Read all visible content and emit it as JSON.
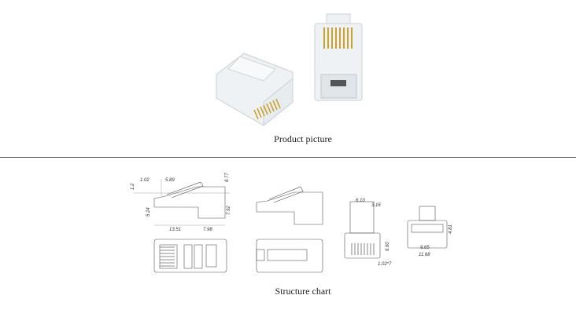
{
  "product_section": {
    "caption": "Product picture"
  },
  "structure_section": {
    "caption": "Structure chart",
    "dimensions": {
      "side_a": "1.02",
      "side_b": "5.89",
      "side_c": "8.77",
      "side_d": "1.2",
      "side_e": "5.24",
      "side_f": "7.92",
      "side_g": "13.51",
      "side_h": "7.98",
      "front_a": "6.10",
      "front_b": "3.16",
      "front_c": "6.60",
      "front_d": "1.02*7",
      "back_a": "4.81",
      "back_b": "9.65",
      "back_c": "11.68"
    }
  },
  "colors": {
    "contact_gold": "#c9a227",
    "divider": "#555555"
  }
}
